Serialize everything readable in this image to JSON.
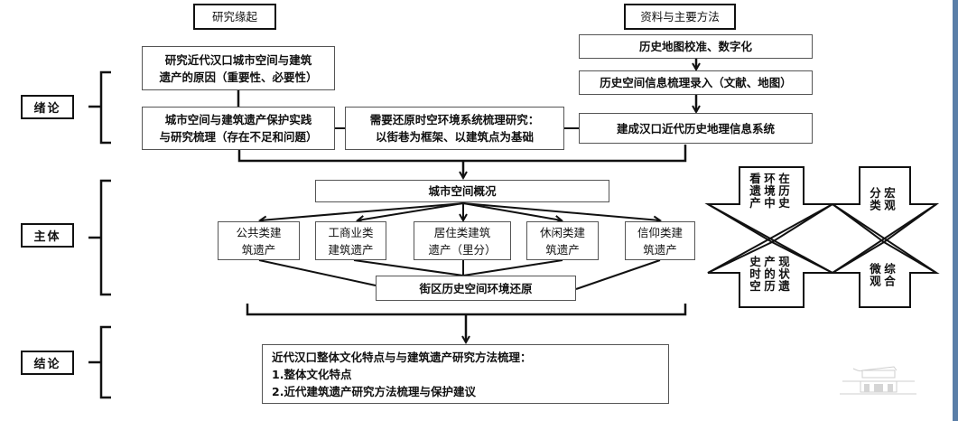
{
  "header": {
    "origin_label": "研究缘起",
    "methods_label": "资料与主要方法"
  },
  "sections": {
    "intro": "绪论",
    "body": "主体",
    "conclusion": "结论"
  },
  "origin": {
    "reason": [
      "研究近代汉口城市空间与建筑",
      "遗产的原因（重要性、必要性）"
    ],
    "practice": [
      "城市空间与建筑遗产保护实践",
      "与研究梳理（存在不足和问题）"
    ],
    "need": [
      "需要还原时空环境系统梳理研究：",
      "以街巷为框架、以建筑点为基础"
    ]
  },
  "methods": {
    "steps": [
      "历史地图校准、数字化",
      "历史空间信息梳理录入（文献、地图）",
      "建成汉口近代历史地理信息系统"
    ]
  },
  "body": {
    "overview": "城市空间概况",
    "categories": [
      [
        "公共类建",
        "筑遗产"
      ],
      [
        "工商业类",
        "建筑遗产"
      ],
      [
        "居住类建筑",
        "遗产（里分）"
      ],
      [
        "休闲类建",
        "筑遗产"
      ],
      [
        "信仰类建",
        "筑遗产"
      ]
    ],
    "block_restore": "街区历史空间环境还原"
  },
  "perspectives": {
    "top_left": "在历史环境中看遗产",
    "top_right": "宏观分类",
    "bottom_left": "现状遗产的历史时空",
    "bottom_right": "综合微观"
  },
  "conclusion": {
    "title": "近代汉口整体文化特点与与建筑遗产研究方法梳理：",
    "items": [
      "1.整体文化特点",
      "2.近代建筑遗产研究方法梳理与保护建议"
    ]
  },
  "colors": {
    "line": "#111111",
    "side_bar": "#5b7fa8"
  }
}
